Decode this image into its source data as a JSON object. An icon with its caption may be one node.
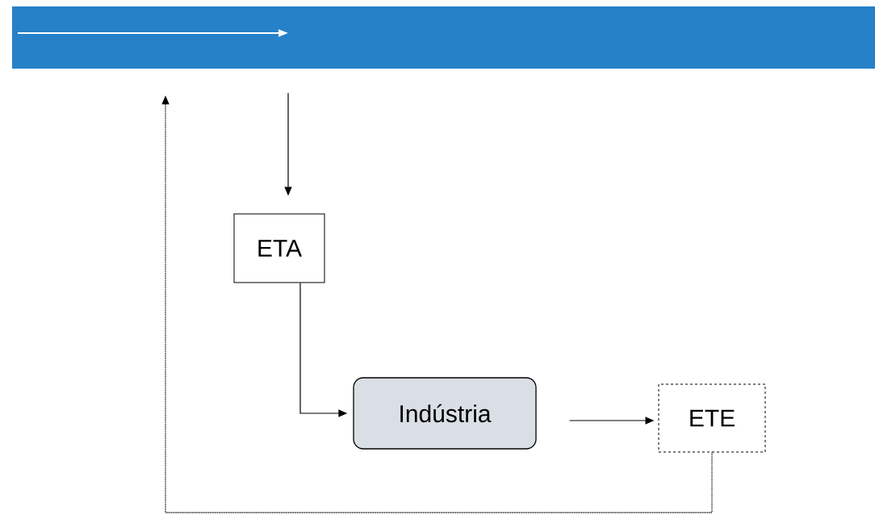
{
  "diagram": {
    "nodes": [
      {
        "text": [],
        "shape": "bar"
      },
      {
        "text": [
          "ETA"
        ]
      },
      {
        "text": [
          "Indústria"
        ]
      },
      {
        "text": [
          "ETE"
        ]
      }
    ],
    "edges": [
      {
        "from": 0,
        "to": 1,
        "arrow": "to"
      },
      {
        "from": 1,
        "to": 2,
        "arrow": "to"
      },
      {
        "from": 2,
        "to": 3,
        "arrow": "to"
      },
      {
        "from": 3,
        "to": 0,
        "arrow": "to",
        "style": "dashed"
      }
    ]
  }
}
